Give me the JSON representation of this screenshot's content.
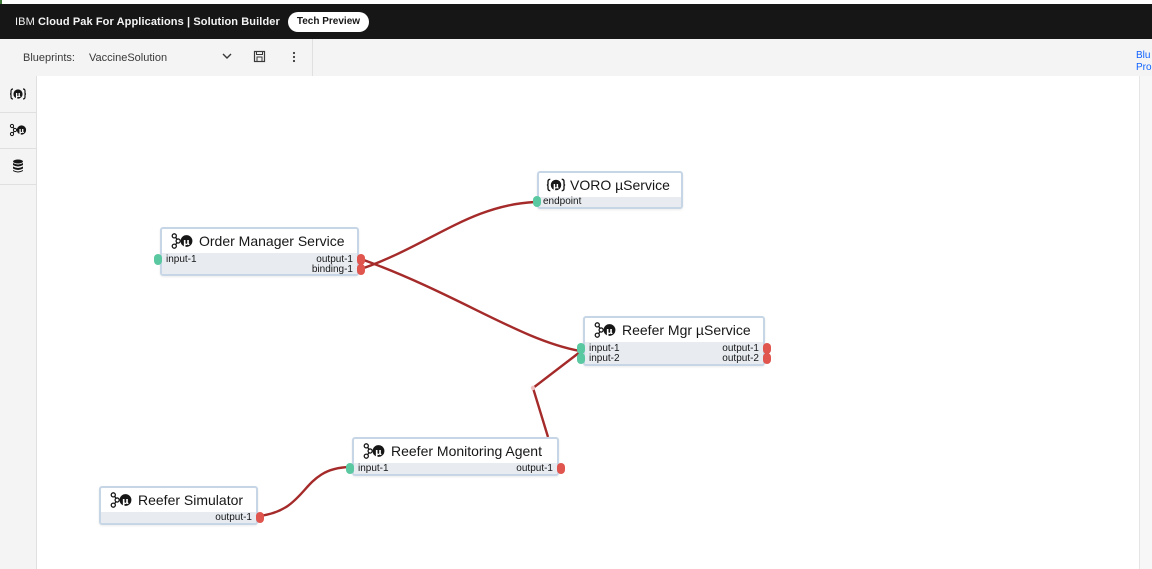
{
  "header": {
    "brand_prefix": "IBM",
    "brand_title": "Cloud Pak For Applications | Solution Builder",
    "tech_preview": "Tech Preview"
  },
  "toolbar": {
    "blueprints_label": "Blueprints:",
    "blueprint_value": "VaccineSolution",
    "right_link_line1": "Blu",
    "right_link_line2": "Pro"
  },
  "sidebar": {
    "items": [
      {
        "icon": "microservice-icon"
      },
      {
        "icon": "component-microservice-icon"
      },
      {
        "icon": "database-icon"
      }
    ]
  },
  "nodes": {
    "voro": {
      "title": "VORO µService",
      "icon": "microservice-icon",
      "inputs": [
        "endpoint"
      ],
      "outputs": []
    },
    "order": {
      "title": "Order Manager Service",
      "icon": "component-microservice-icon",
      "inputs": [
        "input-1"
      ],
      "outputs": [
        "output-1",
        "binding-1"
      ]
    },
    "reefer_mgr": {
      "title": "Reefer Mgr µService",
      "icon": "component-microservice-icon",
      "inputs": [
        "input-1",
        "input-2"
      ],
      "outputs": [
        "output-1",
        "output-2"
      ]
    },
    "monitor": {
      "title": "Reefer Monitoring Agent",
      "icon": "component-microservice-icon",
      "inputs": [
        "input-1"
      ],
      "outputs": [
        "output-1"
      ]
    },
    "simulator": {
      "title": "Reefer Simulator",
      "icon": "component-microservice-icon",
      "inputs": [],
      "outputs": [
        "output-1"
      ]
    }
  },
  "colors": {
    "link": "#a52a2a",
    "port_in": "#5ac8a0",
    "port_out": "#e0554e",
    "node_border": "#c7d6e6",
    "topbar": "#161616"
  }
}
